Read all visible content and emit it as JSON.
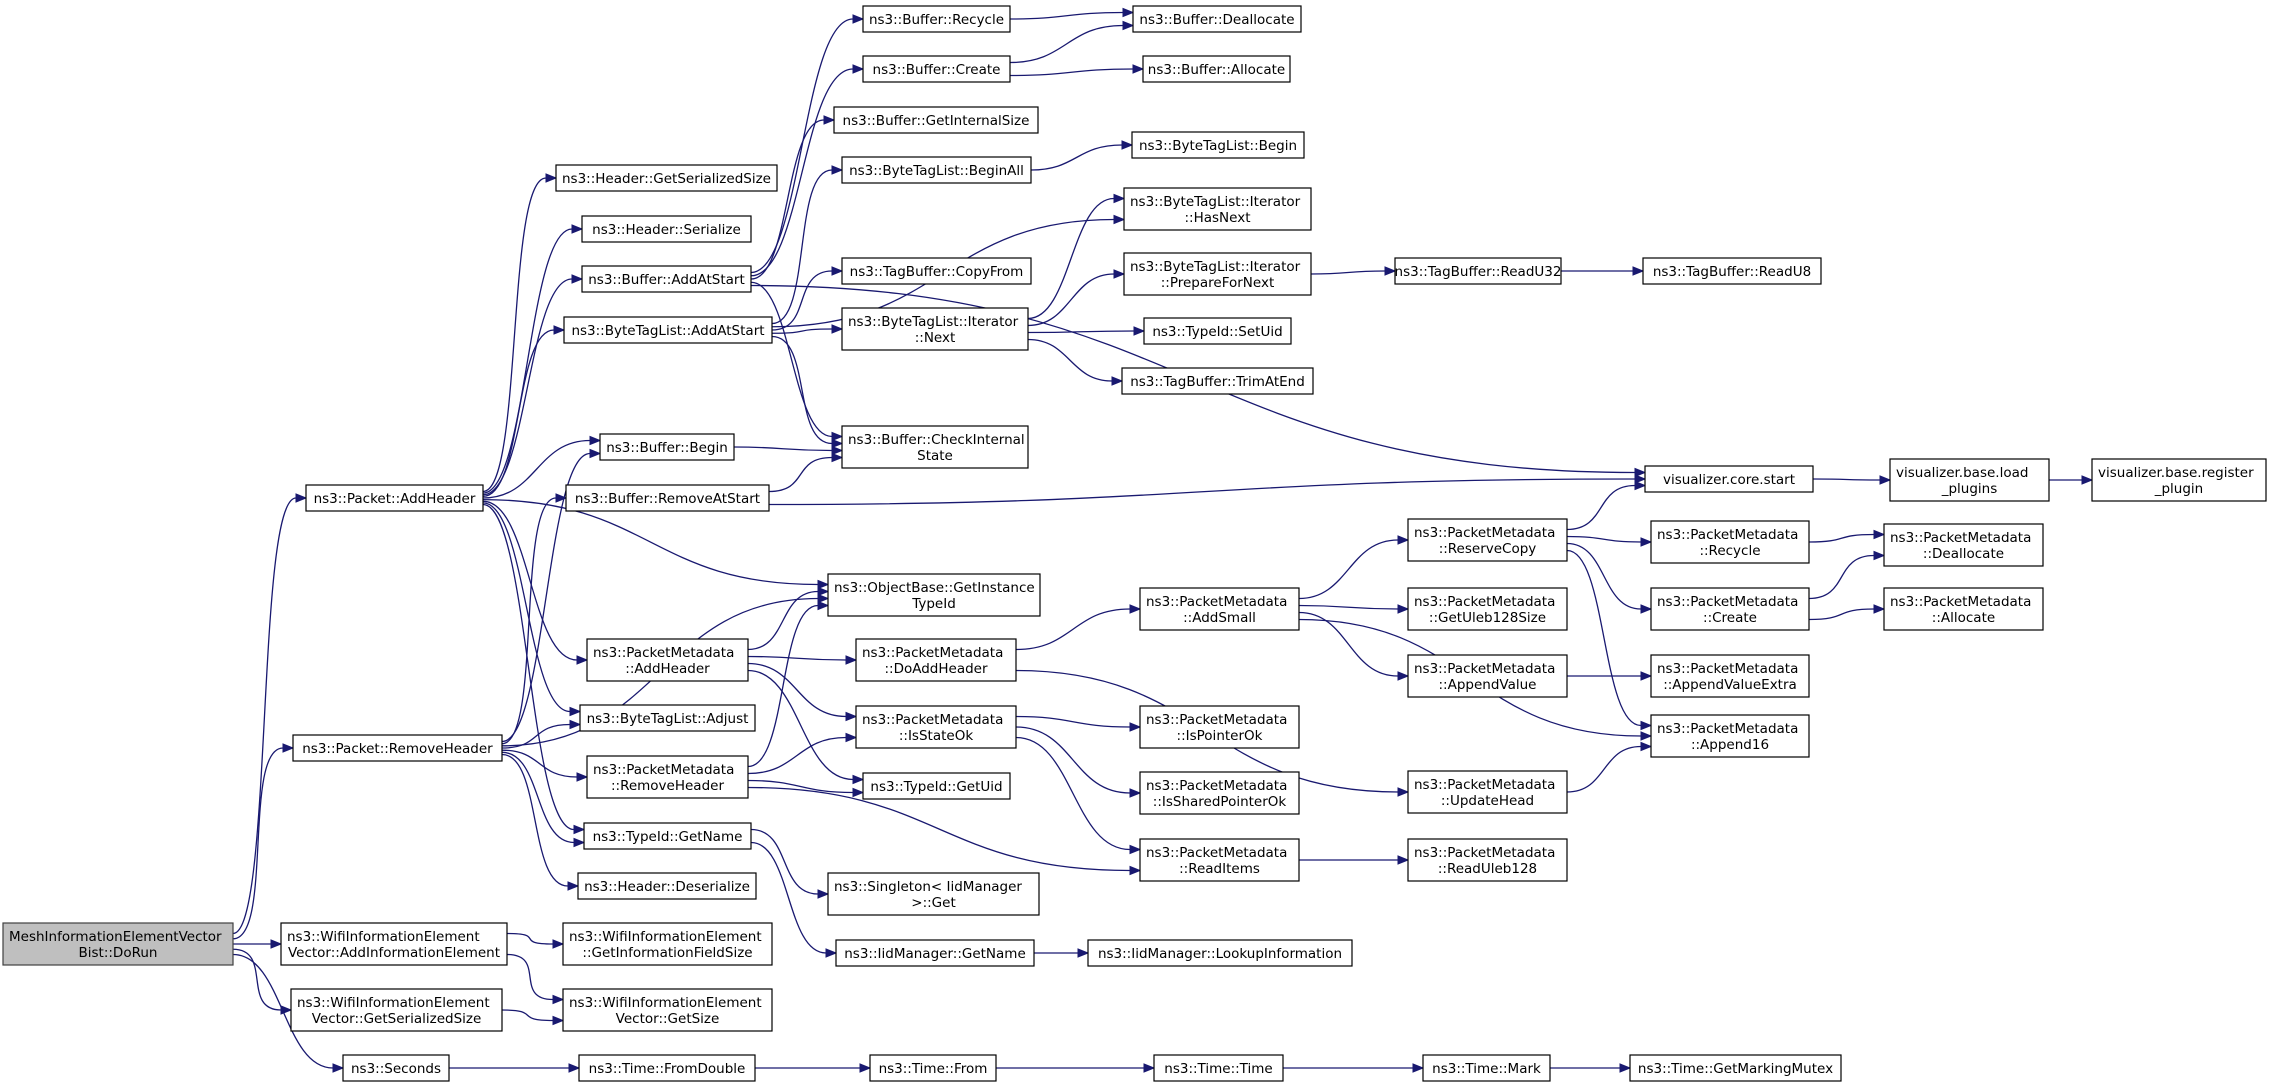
{
  "colors": {
    "edge": "#191970",
    "node_border": "#000000",
    "root_fill": "#bfbfbf",
    "node_fill": "#ffffff"
  },
  "nodes": {
    "root": [
      "MeshInformationElementVector",
      "Bist::DoRun"
    ],
    "addheader": [
      "ns3::Packet::AddHeader"
    ],
    "removeheader": [
      "ns3::Packet::RemoveHeader"
    ],
    "wifiadd": [
      "ns3::WifiInformationElement",
      "Vector::AddInformationElement"
    ],
    "wifiserial": [
      "ns3::WifiInformationElement",
      "Vector::GetSerializedSize"
    ],
    "seconds": [
      "ns3::Seconds"
    ],
    "hdrsersize": [
      "ns3::Header::GetSerializedSize"
    ],
    "hdrser": [
      "ns3::Header::Serialize"
    ],
    "bufaddstart": [
      "ns3::Buffer::AddAtStart"
    ],
    "btladdstart": [
      "ns3::ByteTagList::AddAtStart"
    ],
    "bufbegin": [
      "ns3::Buffer::Begin"
    ],
    "bufremstart": [
      "ns3::Buffer::RemoveAtStart"
    ],
    "pmaddhdr": [
      "ns3::PacketMetadata",
      "::AddHeader"
    ],
    "btladjust": [
      "ns3::ByteTagList::Adjust"
    ],
    "pmremhdr": [
      "ns3::PacketMetadata",
      "::RemoveHeader"
    ],
    "tidgetname": [
      "ns3::TypeId::GetName"
    ],
    "hdrdeser": [
      "ns3::Header::Deserialize"
    ],
    "wifigetinfo": [
      "ns3::WifiInformationElement",
      "::GetInformationFieldSize"
    ],
    "wifigetsize": [
      "ns3::WifiInformationElement",
      "Vector::GetSize"
    ],
    "timefromdbl": [
      "ns3::Time::FromDouble"
    ],
    "bufrecycle": [
      "ns3::Buffer::Recycle"
    ],
    "bufcreate": [
      "ns3::Buffer::Create"
    ],
    "bufinternal": [
      "ns3::Buffer::GetInternalSize"
    ],
    "btlbeginall": [
      "ns3::ByteTagList::BeginAll"
    ],
    "tagcopy": [
      "ns3::TagBuffer::CopyFrom"
    ],
    "btlitnext": [
      "ns3::ByteTagList::Iterator",
      "::Next"
    ],
    "bufcheck": [
      "ns3::Buffer::CheckInternal",
      "State"
    ],
    "objgettid": [
      "ns3::ObjectBase::GetInstance",
      "TypeId"
    ],
    "pmdoadd": [
      "ns3::PacketMetadata",
      "::DoAddHeader"
    ],
    "pmstateok": [
      "ns3::PacketMetadata",
      "::IsStateOk"
    ],
    "tidgetuid": [
      "ns3::TypeId::GetUid"
    ],
    "singleton": [
      "ns3::Singleton< IidManager",
      ">::Get"
    ],
    "iidgetname": [
      "ns3::IidManager::GetName"
    ],
    "timefrom": [
      "ns3::Time::From"
    ],
    "bufdealloc": [
      "ns3::Buffer::Deallocate"
    ],
    "bufalloc": [
      "ns3::Buffer::Allocate"
    ],
    "btlbegin": [
      "ns3::ByteTagList::Begin"
    ],
    "btlhasnext": [
      "ns3::ByteTagList::Iterator",
      "::HasNext"
    ],
    "btlprep": [
      "ns3::ByteTagList::Iterator",
      "::PrepareForNext"
    ],
    "tidsetuid": [
      "ns3::TypeId::SetUid"
    ],
    "tagtrim": [
      "ns3::TagBuffer::TrimAtEnd"
    ],
    "pmaddsmall": [
      "ns3::PacketMetadata",
      "::AddSmall"
    ],
    "pmisptr": [
      "ns3::PacketMetadata",
      "::IsPointerOk"
    ],
    "pmisshared": [
      "ns3::PacketMetadata",
      "::IsSharedPointerOk"
    ],
    "pmreaditems": [
      "ns3::PacketMetadata",
      "::ReadItems"
    ],
    "iidlookup": [
      "ns3::IidManager::LookupInformation"
    ],
    "timetime": [
      "ns3::Time::Time"
    ],
    "tagreadu32": [
      "ns3::TagBuffer::ReadU32"
    ],
    "pmreserve": [
      "ns3::PacketMetadata",
      "::ReserveCopy"
    ],
    "pmgetuleb": [
      "ns3::PacketMetadata",
      "::GetUleb128Size"
    ],
    "pmappendval": [
      "ns3::PacketMetadata",
      "::AppendValue"
    ],
    "pmupdate": [
      "ns3::PacketMetadata",
      "::UpdateHead"
    ],
    "pmreaduleb": [
      "ns3::PacketMetadata",
      "::ReadUleb128"
    ],
    "timemark": [
      "ns3::Time::Mark"
    ],
    "tagreadu8": [
      "ns3::TagBuffer::ReadU8"
    ],
    "vizstart": [
      "visualizer.core.start"
    ],
    "pmrecycle": [
      "ns3::PacketMetadata",
      "::Recycle"
    ],
    "pmcreate": [
      "ns3::PacketMetadata",
      "::Create"
    ],
    "pmappendextra": [
      "ns3::PacketMetadata",
      "::AppendValueExtra"
    ],
    "pmappend16": [
      "ns3::PacketMetadata",
      "::Append16"
    ],
    "timemutex": [
      "ns3::Time::GetMarkingMutex"
    ],
    "vizload": [
      "visualizer.base.load",
      "_plugins"
    ],
    "pmdealloc": [
      "ns3::PacketMetadata",
      "::Deallocate"
    ],
    "pmalloc": [
      "ns3::PacketMetadata",
      "::Allocate"
    ],
    "vizreg": [
      "visualizer.base.register",
      "_plugin"
    ]
  }
}
